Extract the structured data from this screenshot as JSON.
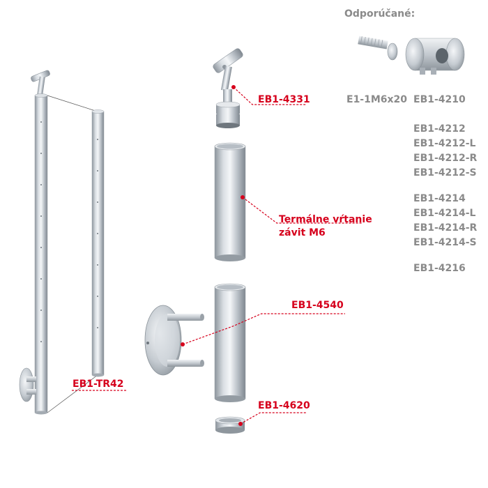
{
  "recommended_title": "Odporúčané:",
  "recommended": {
    "screw_code": "E1-1M6x20",
    "connector_code": "EB1-4210"
  },
  "variant_groups": [
    [
      "EB1-4212",
      "EB1-4212-L",
      "EB1-4212-R",
      "EB1-4212-S"
    ],
    [
      "EB1-4214",
      "EB1-4214-L",
      "EB1-4214-R",
      "EB1-4214-S"
    ],
    [
      "EB1-4216"
    ]
  ],
  "callouts": {
    "top_bracket": "EB1-4331",
    "drilling_line1": "Termálne vŕtanie",
    "drilling_line2": "závit M6",
    "flange_tube": "EB1-4540",
    "end_cap": "EB1-4620",
    "assembled_post": "EB1-TR42"
  },
  "colors": {
    "callout_red": "#d6001c",
    "label_gray": "#8a8a8a",
    "steel_dark": "#8d959d",
    "steel_light": "#f4f6f8"
  }
}
